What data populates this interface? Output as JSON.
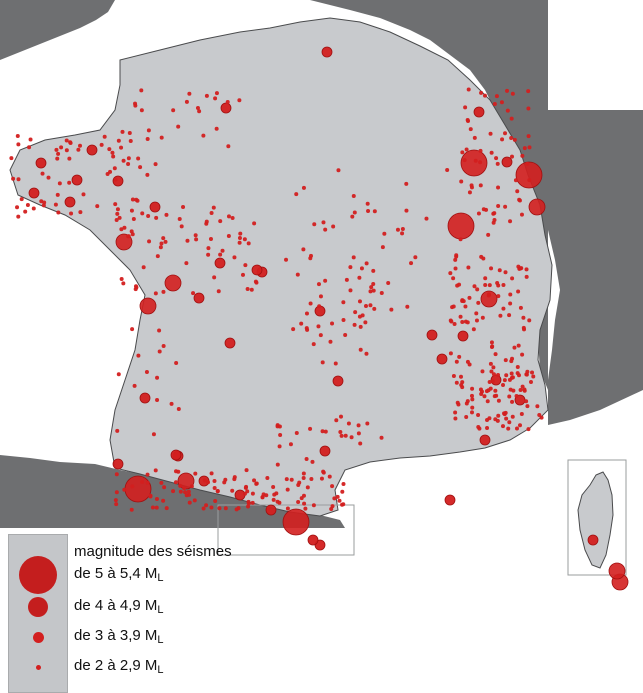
{
  "map": {
    "colors": {
      "france": "#c8cacd",
      "neighbors": "#6e6f71",
      "sea": "#ffffff",
      "border": "#4a4b4d",
      "quake": "#d31f1f",
      "quake_stroke": "#a01010"
    }
  },
  "legend": {
    "title": "magnitude des séismes",
    "unit": "L",
    "items": [
      {
        "label": "de 5 à 5,4 M",
        "magnitude_class": "5-5.4"
      },
      {
        "label": "de 4 à 4,9 M",
        "magnitude_class": "4-4.9"
      },
      {
        "label": "de 3 à 3,9 M",
        "magnitude_class": "3-3.9"
      },
      {
        "label": "de 2 à 2,9 M",
        "magnitude_class": "2-2.9"
      }
    ]
  }
}
